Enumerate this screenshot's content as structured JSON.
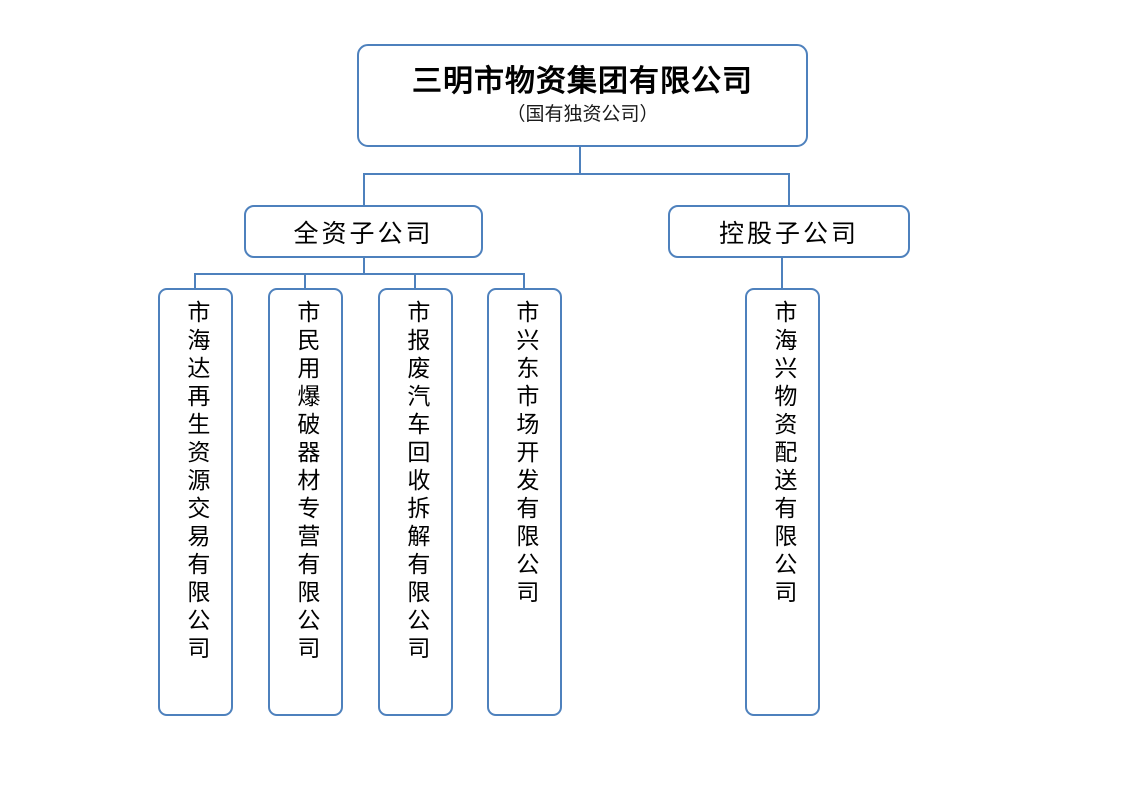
{
  "diagram": {
    "type": "org-chart",
    "accent_color": "#4e81bd",
    "background_color": "#ffffff",
    "text_color": "#000000",
    "root": {
      "title": "三明市物资集团有限公司",
      "subtitle": "（国有独资公司）"
    },
    "categories": [
      {
        "label": "全资子公司"
      },
      {
        "label": "控股子公司"
      }
    ],
    "subsidiaries": {
      "wholly_owned": [
        {
          "name": "市海达再生资源交易有限公司"
        },
        {
          "name": "市民用爆破器材专营有限公司"
        },
        {
          "name": "市报废汽车回收拆解有限公司"
        },
        {
          "name": "市兴东市场开发有限公司"
        }
      ],
      "holding": [
        {
          "name": "市海兴物资配送有限公司"
        }
      ]
    }
  }
}
